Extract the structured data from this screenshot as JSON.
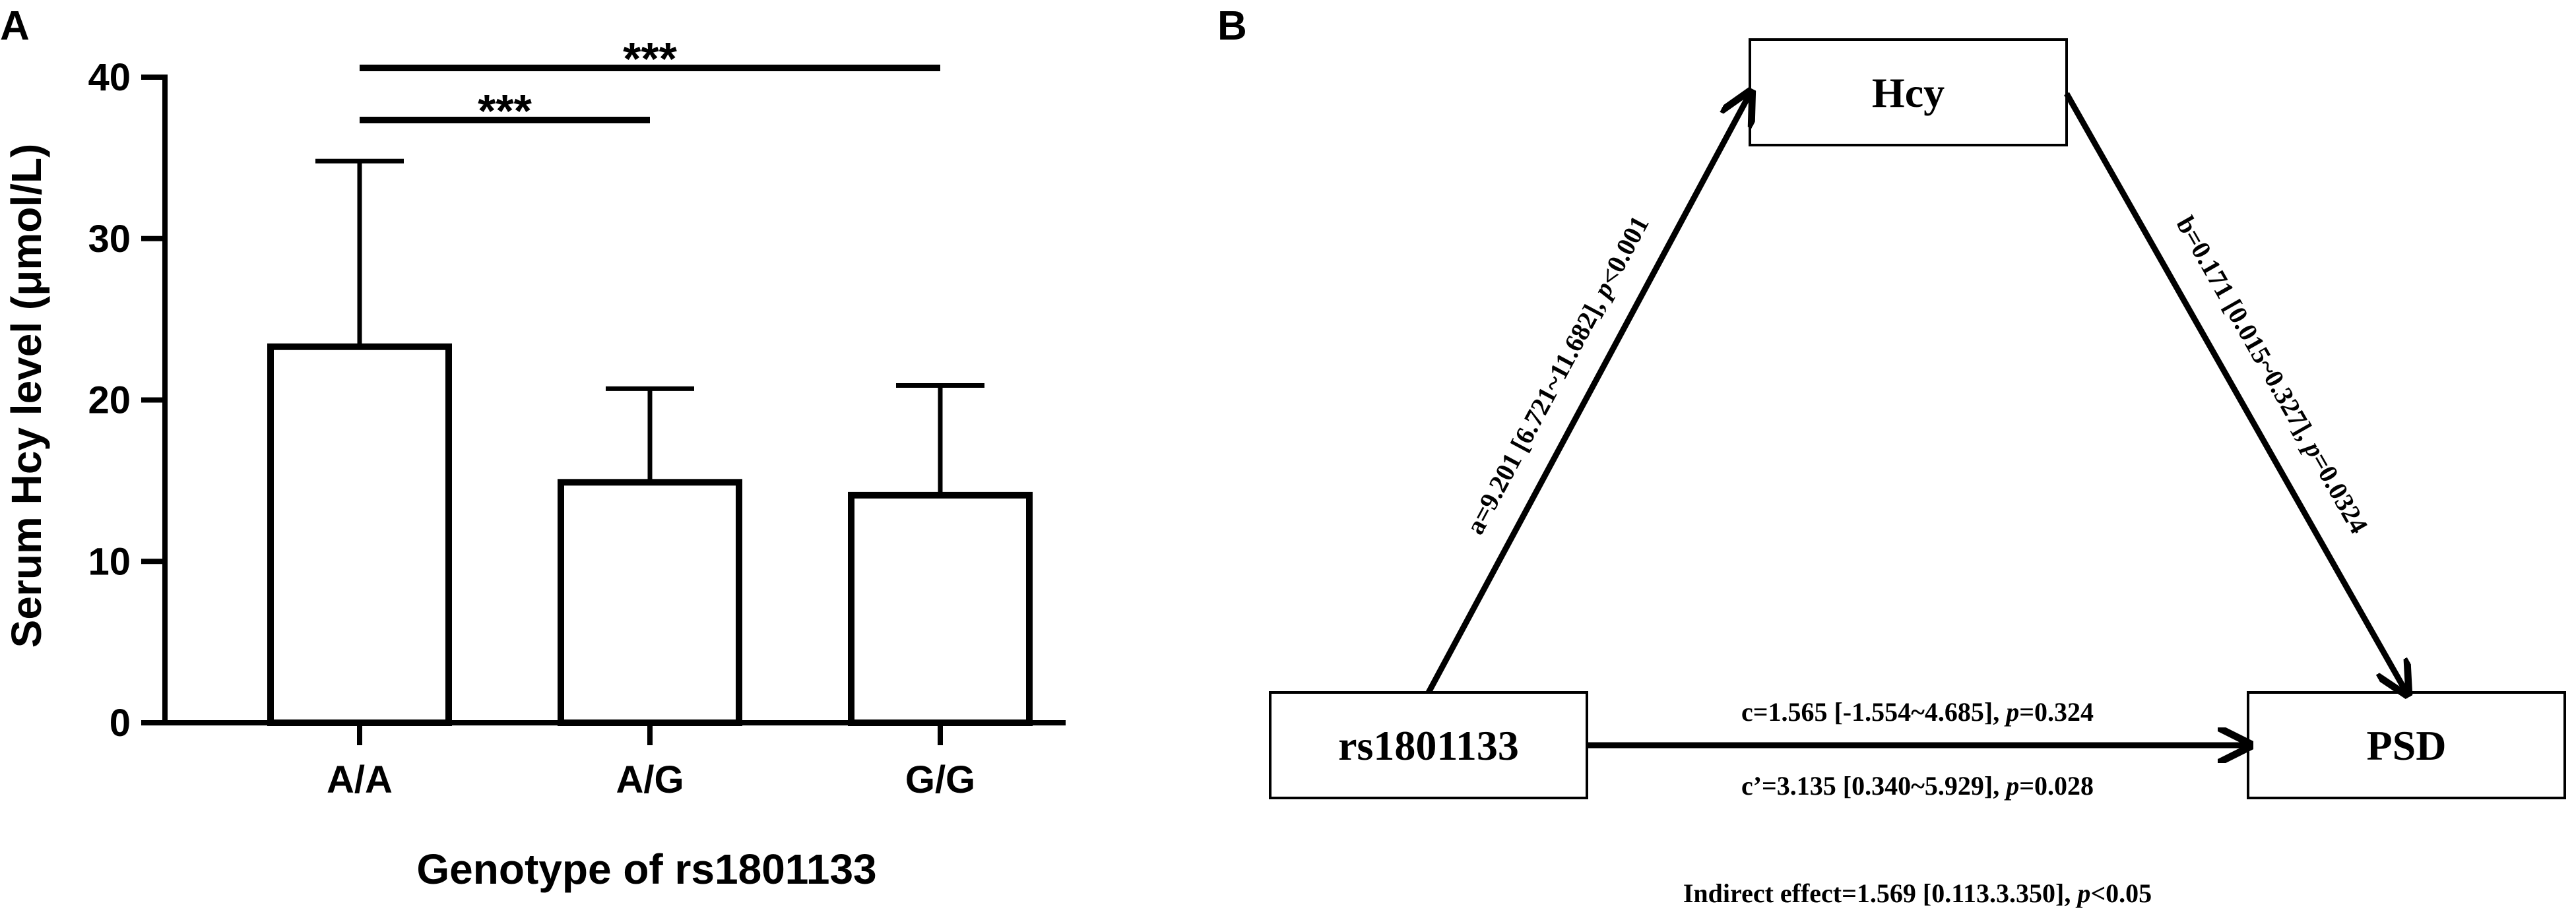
{
  "panels": {
    "a_label": "A",
    "b_label": "B"
  },
  "chart_data": {
    "type": "bar",
    "title": "",
    "xlabel": "Genotype of rs1801133",
    "ylabel": "Serum Hcy level (μmol/L)",
    "categories": [
      "A/A",
      "A/G",
      "G/G"
    ],
    "values": [
      23.3,
      14.9,
      14.1
    ],
    "error_upper": [
      11.5,
      5.8,
      6.8
    ],
    "ylim": [
      0,
      40
    ],
    "yticks": [
      0,
      10,
      20,
      30,
      40
    ],
    "ytick_labels": [
      "0",
      "10",
      "20",
      "30",
      "40"
    ],
    "grid": false,
    "significance": [
      {
        "from": "A/A",
        "to": "A/G",
        "label": "***"
      },
      {
        "from": "A/A",
        "to": "G/G",
        "label": "***"
      }
    ]
  },
  "mediation": {
    "nodes": {
      "mediator": "Hcy",
      "predictor": "rs1801133",
      "outcome": "PSD"
    },
    "path_a": {
      "text": "a=9.201 [6.721~11.682], ",
      "p_symbol": "p",
      "p_rest": "<0.001"
    },
    "path_b": {
      "text": "b=0.171 [0.015~0.327], ",
      "p_symbol": "p",
      "p_rest": "=0.0324"
    },
    "path_c": {
      "text": "c=1.565 [-1.554~4.685], ",
      "p_symbol": "p",
      "p_rest": "=0.324"
    },
    "path_c_prime": {
      "text": "c’=3.135 [0.340~5.929], ",
      "p_symbol": "p",
      "p_rest": "=0.028"
    },
    "indirect": {
      "text": "Indirect effect=1.569 [0.113.3.350], ",
      "p_symbol": "p",
      "p_rest": "<0.05"
    }
  },
  "colors": {
    "ink": "#000000",
    "bar_fill": "#ffffff",
    "background": "#ffffff"
  }
}
